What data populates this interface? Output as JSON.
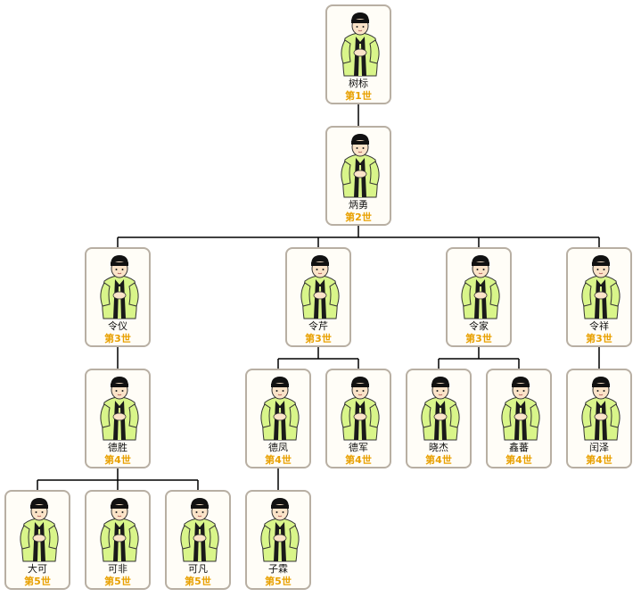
{
  "colors": {
    "card_border": "#b8afa3",
    "card_bg": "#fffdf7",
    "generation_text": "#e8a000",
    "connector": "#000000",
    "robe": "#d9f58a",
    "robe_trim": "#1a1a1a"
  },
  "members": [
    {
      "id": "m1",
      "name": "树标",
      "generation": "第1世",
      "parent": null
    },
    {
      "id": "m2",
      "name": "炳勇",
      "generation": "第2世",
      "parent": "m1"
    },
    {
      "id": "m3",
      "name": "令仪",
      "generation": "第3世",
      "parent": "m2"
    },
    {
      "id": "m4",
      "name": "令芹",
      "generation": "第3世",
      "parent": "m2"
    },
    {
      "id": "m5",
      "name": "令家",
      "generation": "第3世",
      "parent": "m2"
    },
    {
      "id": "m6",
      "name": "令祥",
      "generation": "第3世",
      "parent": "m2"
    },
    {
      "id": "m7",
      "name": "德胜",
      "generation": "第4世",
      "parent": "m3"
    },
    {
      "id": "m8",
      "name": "德凤",
      "generation": "第4世",
      "parent": "m4"
    },
    {
      "id": "m9",
      "name": "德军",
      "generation": "第4世",
      "parent": "m4"
    },
    {
      "id": "m10",
      "name": "晓杰",
      "generation": "第4世",
      "parent": "m5"
    },
    {
      "id": "m11",
      "name": "鑫蕃",
      "generation": "第4世",
      "parent": "m5"
    },
    {
      "id": "m12",
      "name": "闰泽",
      "generation": "第4世",
      "parent": "m6"
    },
    {
      "id": "m13",
      "name": "大可",
      "generation": "第5世",
      "parent": "m7"
    },
    {
      "id": "m14",
      "name": "可非",
      "generation": "第5世",
      "parent": "m7"
    },
    {
      "id": "m15",
      "name": "可凡",
      "generation": "第5世",
      "parent": "m7"
    },
    {
      "id": "m16",
      "name": "子霖",
      "generation": "第5世",
      "parent": "m8"
    }
  ]
}
